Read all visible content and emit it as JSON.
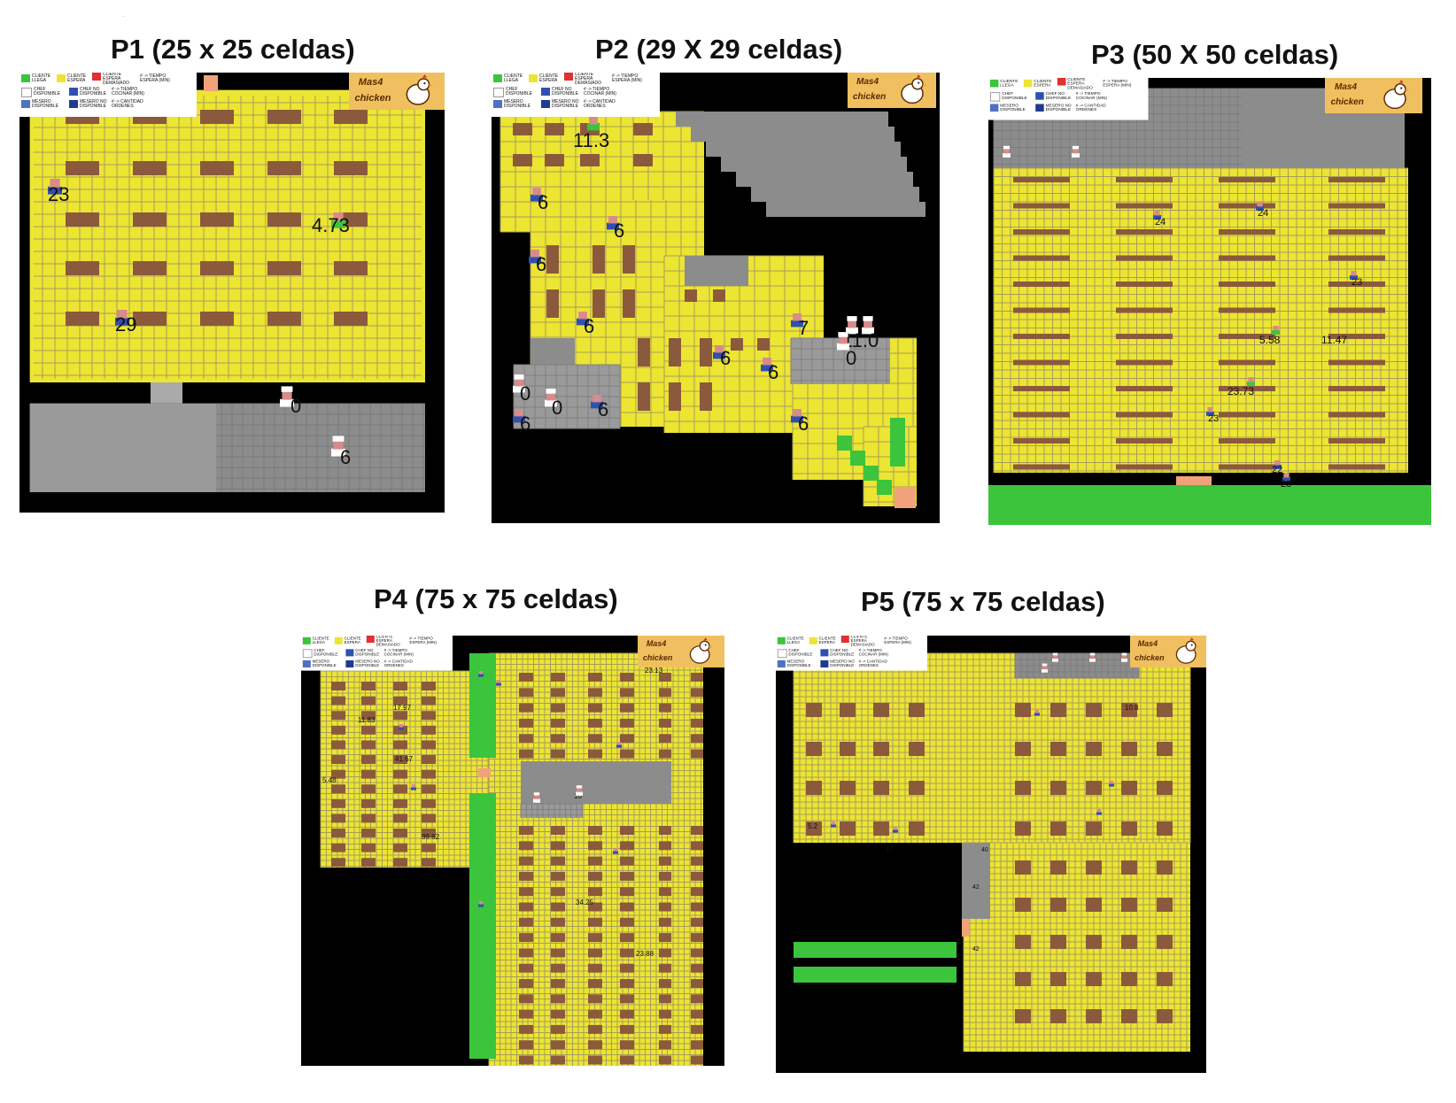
{
  "stray_mark": "·",
  "legend": {
    "cliente_llega": "CLIENTE\nLLEGA",
    "cliente_espera": "CLIENTE\nESPERA",
    "cliente_espera_demasiado": "CLIENTE\nESPERA\nDEMASIADO",
    "tiempo_espera": "# -> TIEMPO\nESPERA (MIN)",
    "chef_disponible": "CHEF\nDISPONIBLE",
    "chef_no_disponible": "CHEF NO\nDISPONIBLE",
    "tiempo_cocinar": "# -> TIEMPO\nCOCINAR (MIN)",
    "mesero_disponible": "MESERO\nDISPONIBLE",
    "mesero_no_disponible": "MESERO NO\nDISPONIBLE",
    "cantidad_ordenes": "# -> CANTIDAD\nORDENES"
  },
  "logo": {
    "line1": "Mas4",
    "line2": "chicken"
  },
  "colors": {
    "floor": "#ece532",
    "grid": "#a79d5a",
    "table": "#8b5a3c",
    "wall": "#000000",
    "kitchen": "#8c8c8c",
    "green": "#3cc43c",
    "door": "#f2a27a",
    "legend_green": "#3cc43c",
    "legend_yellow": "#ece532",
    "legend_red": "#e03030",
    "legend_blue": "#3050b0",
    "legend_chef": "#ffffff"
  },
  "panels": [
    {
      "title": "P1 (25 x 25 celdas)",
      "labels": [
        {
          "text": "23",
          "size": 22
        },
        {
          "text": "4.73",
          "size": 22
        },
        {
          "text": "29",
          "size": 22
        },
        {
          "text": "0",
          "size": 22
        },
        {
          "text": "6",
          "size": 22
        }
      ]
    },
    {
      "title": "P2 (29 X 29 celdas)",
      "labels": [
        {
          "text": "11.3",
          "size": 22
        },
        {
          "text": "6",
          "size": 22
        },
        {
          "text": "6",
          "size": 22
        },
        {
          "text": "6",
          "size": 22
        },
        {
          "text": "6",
          "size": 22
        },
        {
          "text": "7",
          "size": 22
        },
        {
          "text": "11.0",
          "size": 22
        },
        {
          "text": "0",
          "size": 22
        },
        {
          "text": "6",
          "size": 22
        },
        {
          "text": "6",
          "size": 22
        },
        {
          "text": "0",
          "size": 22
        },
        {
          "text": "0",
          "size": 22
        },
        {
          "text": "6",
          "size": 22
        },
        {
          "text": "6",
          "size": 22
        },
        {
          "text": "6",
          "size": 22
        }
      ]
    },
    {
      "title": "P3 (50 X 50 celdas)",
      "labels": [
        {
          "text": "24",
          "size": 11
        },
        {
          "text": "24",
          "size": 11
        },
        {
          "text": "23",
          "size": 11
        },
        {
          "text": "5.58",
          "size": 12
        },
        {
          "text": "11.47",
          "size": 12
        },
        {
          "text": "23.73",
          "size": 12
        },
        {
          "text": "23",
          "size": 11
        },
        {
          "text": "22",
          "size": 11
        },
        {
          "text": "23",
          "size": 11
        }
      ]
    },
    {
      "title": "P4 (75 x 75 celdas)",
      "labels": [
        {
          "text": "17.97",
          "size": 8
        },
        {
          "text": "11.83",
          "size": 8
        },
        {
          "text": "41.67",
          "size": 8
        },
        {
          "text": "5.48",
          "size": 8
        },
        {
          "text": "39.62",
          "size": 8
        },
        {
          "text": "34.25",
          "size": 8
        },
        {
          "text": "23.88",
          "size": 8
        },
        {
          "text": "23.13",
          "size": 8
        },
        {
          "text": "10",
          "size": 8
        }
      ]
    },
    {
      "title": "P5 (75 x 75 celdas)",
      "labels": [
        {
          "text": "10.8",
          "size": 8
        },
        {
          "text": "5.2",
          "size": 8
        },
        {
          "text": "17",
          "size": 8
        },
        {
          "text": "42",
          "size": 7
        },
        {
          "text": "42",
          "size": 7
        },
        {
          "text": "40",
          "size": 7
        }
      ]
    }
  ]
}
